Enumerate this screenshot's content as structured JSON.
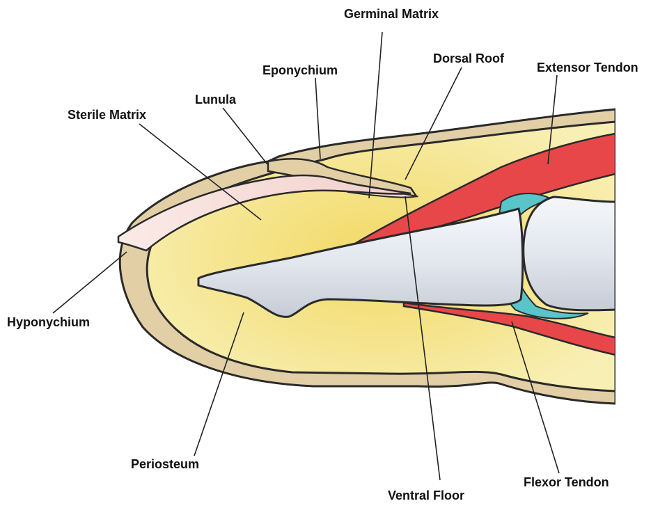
{
  "diagram": {
    "labels": {
      "germinal_matrix": "Germinal Matrix",
      "dorsal_roof": "Dorsal Roof",
      "eponychium": "Eponychium",
      "extensor_tendon": "Extensor Tendon",
      "lunula": "Lunula",
      "sterile_matrix": "Sterile Matrix",
      "hyponychium": "Hyponychium",
      "periosteum": "Periosteum",
      "flexor_tendon": "Flexor Tendon",
      "ventral_floor": "Ventral Floor"
    },
    "colors": {
      "skin": "#e3cfa6",
      "pulp": "#f6ea9c",
      "pulp_center": "#f2d964",
      "nail_plate": "#f4d9d4",
      "tendon": "#e8474a",
      "bone": "#dfe6ee",
      "cartilage": "#59c4c9",
      "outline": "#333333"
    }
  }
}
